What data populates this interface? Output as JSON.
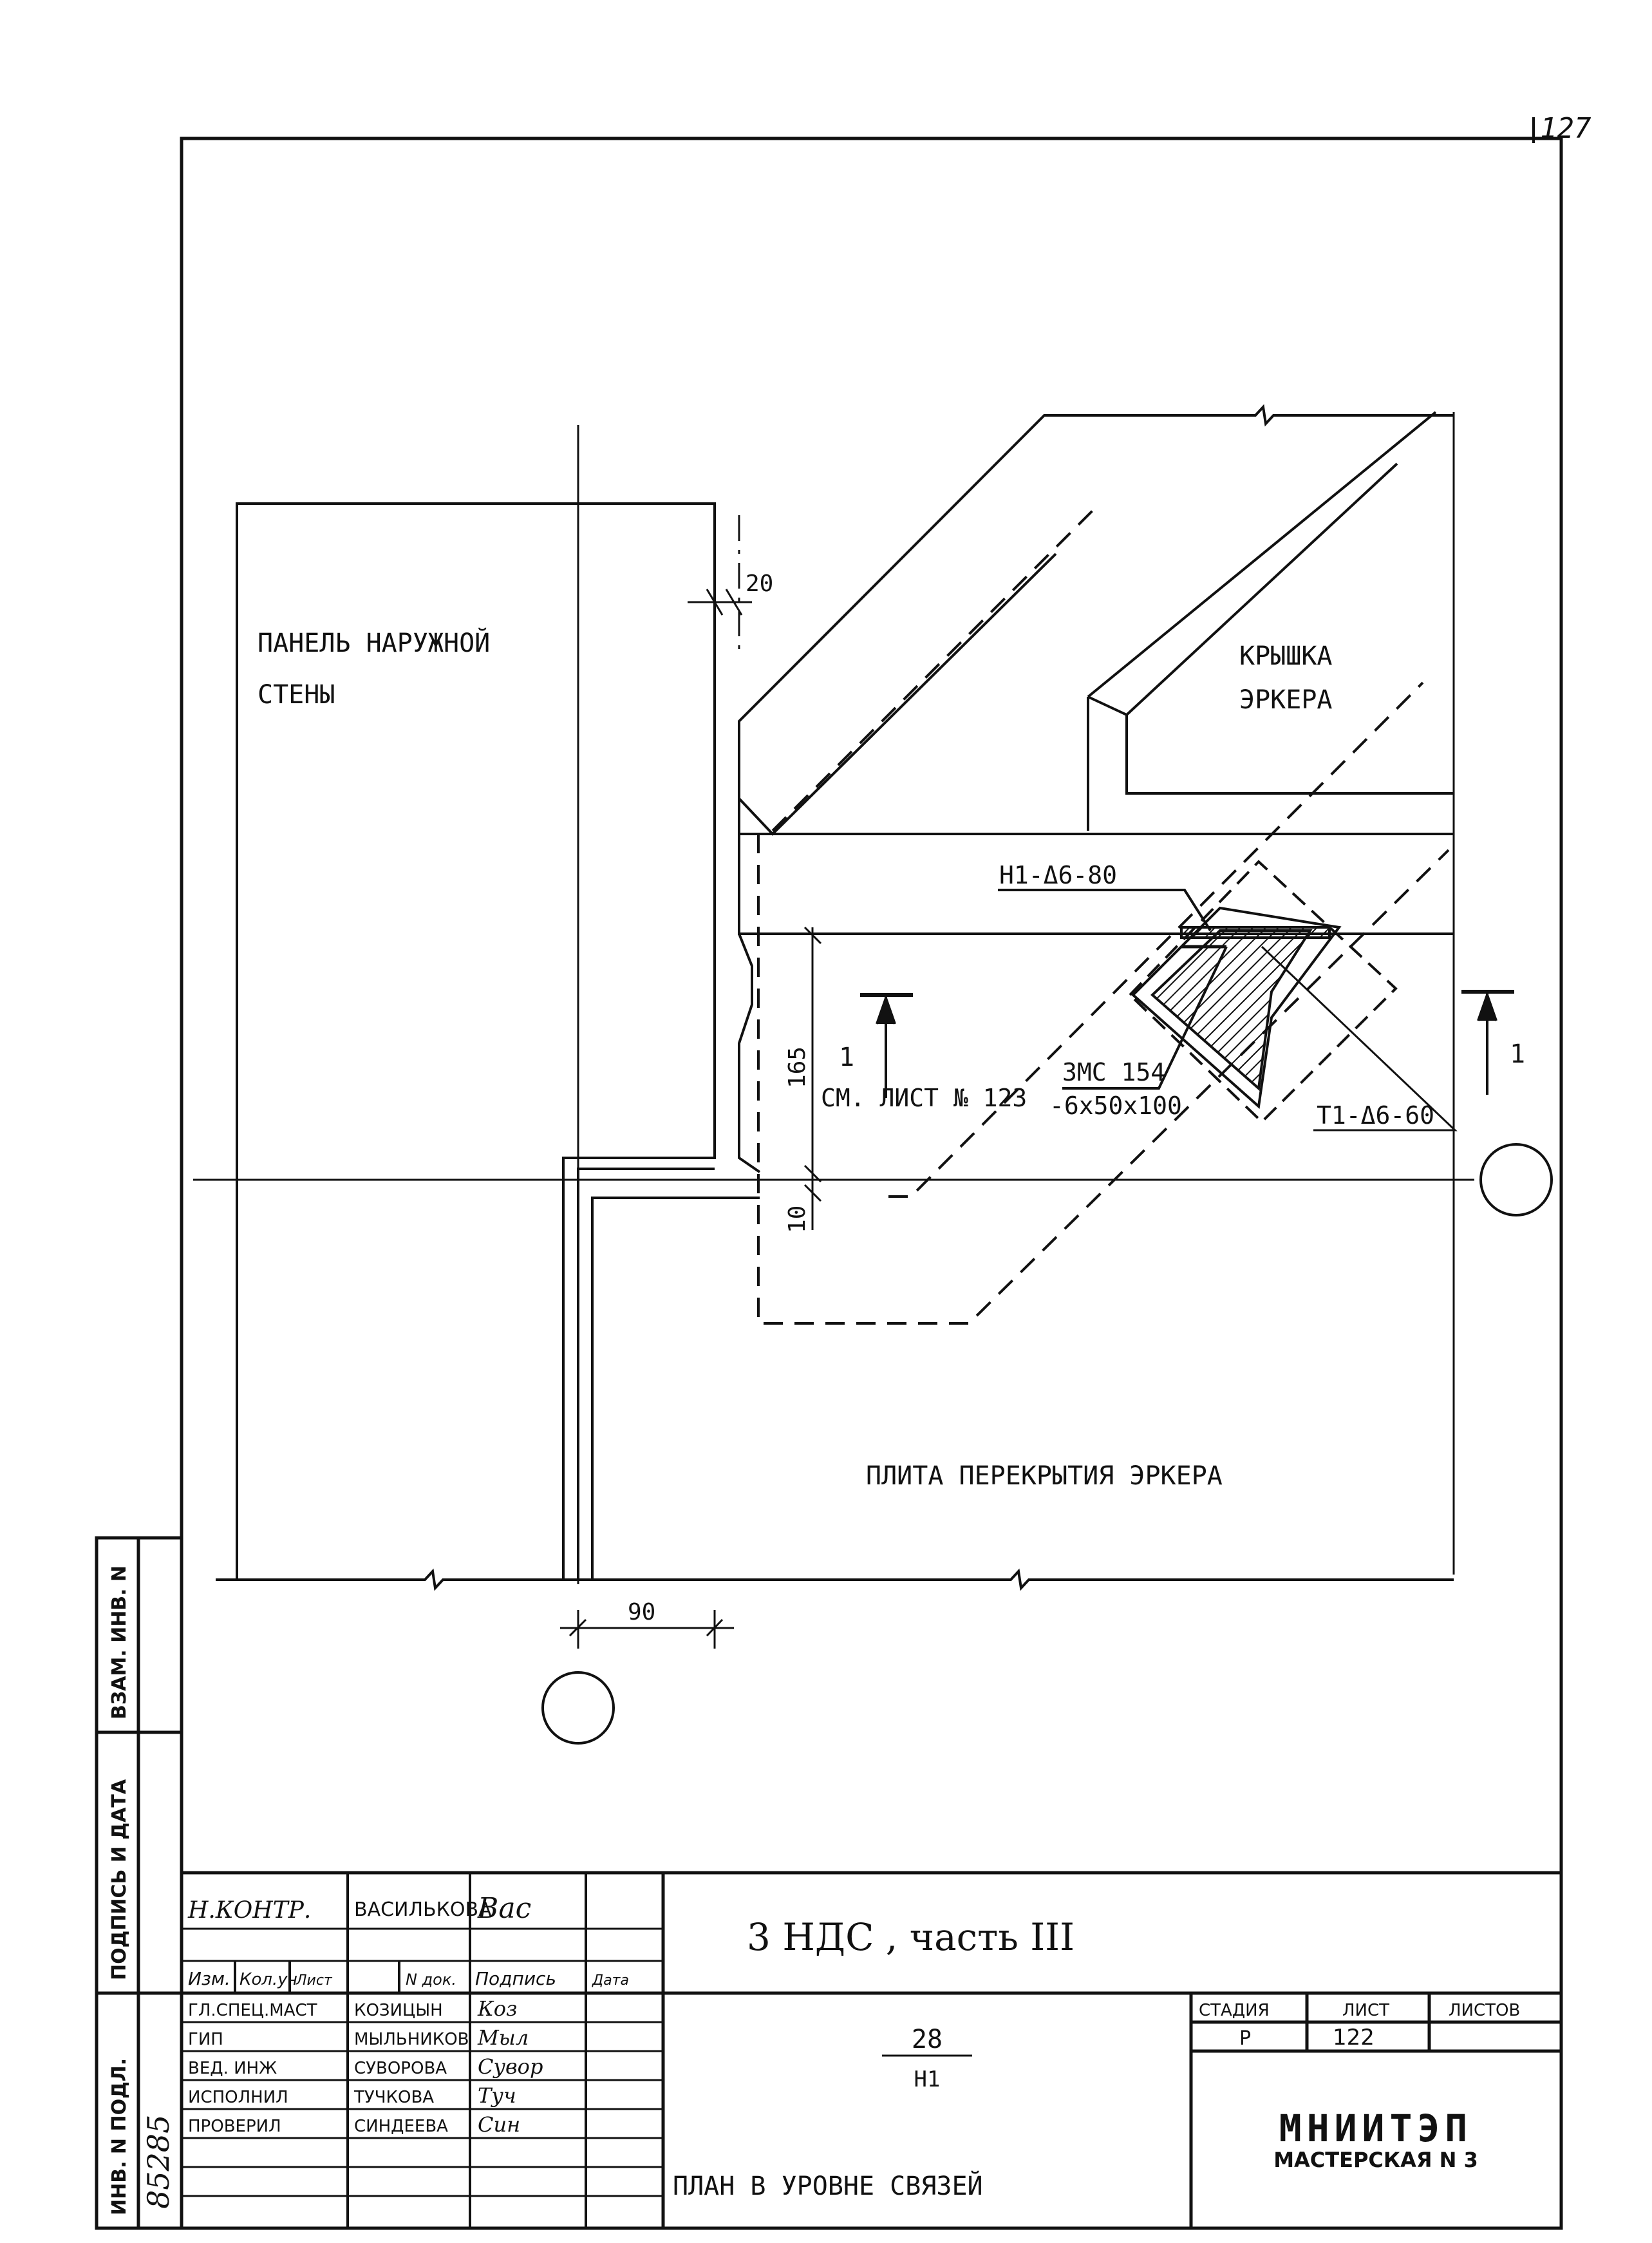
{
  "sheet_number": "127",
  "drawing": {
    "labels": {
      "panel_line1": "ПАНЕЛЬ НАРУЖНОЙ",
      "panel_line2": "СТЕНЫ",
      "cover_line1": "КРЫШКА",
      "cover_line2": "ЭРКЕРА",
      "slab": "ПЛИТА ПЕРЕКРЫТИЯ ЭРКЕРА"
    },
    "callouts": {
      "n1": "Н1-Δ6-80",
      "zmc": "ЗМС 154",
      "plate": "-6x50x100",
      "t1": "Т1-Δ6-60",
      "see_sheet": "СМ. ЛИСТ № 123"
    },
    "dimensions": {
      "d20": "20",
      "d165": "165",
      "d10": "10",
      "d90": "90"
    },
    "section_marks": {
      "left": "1",
      "right": "1"
    }
  },
  "side_stamp": {
    "vzam": "ВЗАМ. ИНВ. N",
    "podpis": "ПОДПИСЬ И ДАТА",
    "inv": "ИНВ. N ПОДЛ.",
    "inv_handwritten": "85285"
  },
  "title_block": {
    "nkontr_role": "Н.КОНТР.",
    "nkontr_name": "ВАСИЛЬКОВА",
    "nkontr_sign": "Вас",
    "headers": [
      "Изм.",
      "Кол.уч",
      "Лист",
      "N док.",
      "Подпись",
      "Дата"
    ],
    "rows": [
      {
        "role": "ГЛ.СПЕЦ.МАСТ",
        "name": "КОЗИЦЫН",
        "sign": "Коз"
      },
      {
        "role": "ГИП",
        "name": "МЫЛЬНИКОВ",
        "sign": "Мыл"
      },
      {
        "role": "ВЕД. ИНЖ",
        "name": "СУВОРОВА",
        "sign": "Сувор"
      },
      {
        "role": "ИСПОЛНИЛ",
        "name": "ТУЧКОВА",
        "sign": "Туч"
      },
      {
        "role": "ПРОВЕРИЛ",
        "name": "СИНДЕЕВА",
        "sign": "Син"
      }
    ],
    "project": "3 НДС , часть III",
    "code_top": "28",
    "code_bottom": "Н1",
    "sheet_title": "ПЛАН В УРОВНЕ СВЯЗЕЙ",
    "stage_header": "СТАДИЯ",
    "sheet_header": "ЛИСТ",
    "sheets_header": "ЛИСТОВ",
    "stage": "Р",
    "sheet": "122",
    "sheets": "",
    "org_name": "МНИИТЭП",
    "org_unit": "МАСТЕРСКАЯ N 3"
  }
}
